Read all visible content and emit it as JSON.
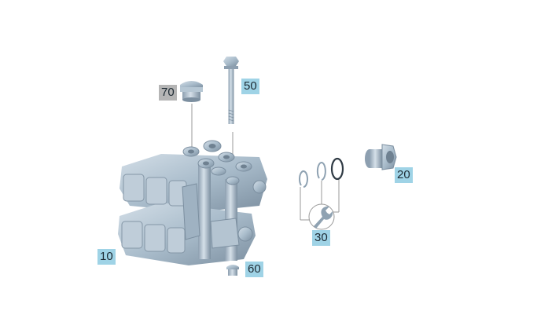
{
  "callouts": {
    "part_70": "70",
    "part_50": "50",
    "part_20": "20",
    "part_30": "30",
    "part_10": "10",
    "part_60": "60"
  },
  "colors": {
    "part_body": "#a9bccb",
    "part_shadow": "#7c8fa0",
    "part_highlight": "#d3dee7",
    "callout_blue": "#9fd3e6",
    "callout_grey": "#b5b5b5",
    "leader_line": "#9a9a9a"
  },
  "icons": {
    "tool_symbol": "wrench-icon"
  }
}
